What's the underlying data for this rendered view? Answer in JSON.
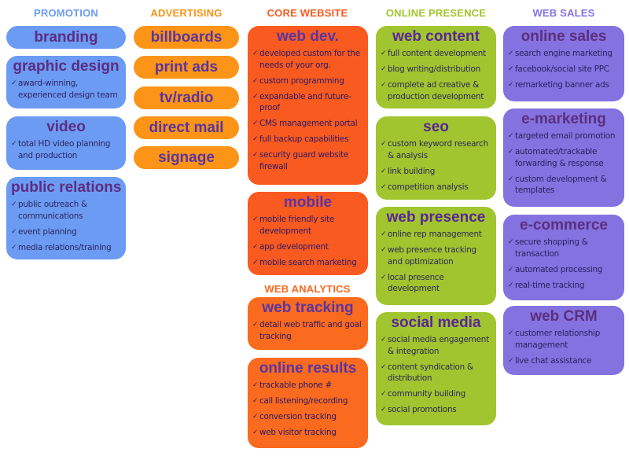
{
  "colors": {
    "promotion": "#6C9BF3",
    "advertising": "#FB9417",
    "core_website": "#F95A20",
    "web_analytics": "#FA6A1F",
    "online_presence": "#A1C52E",
    "web_sales": "#8372E0",
    "title_text": "#5A35A0"
  },
  "check_glyph": "✓",
  "columns": {
    "promotion": {
      "heading": "PROMOTION",
      "heading_color": "#6C9BF3",
      "boxes": [
        {
          "title": "branding",
          "items": []
        },
        {
          "title": "graphic design",
          "items": [
            "award-winning, experienced design team"
          ]
        },
        {
          "title": "video",
          "items": [
            "total HD video planning and production"
          ]
        },
        {
          "title": "public relations",
          "items": [
            "public outreach & communications",
            "event planning",
            "media relations/training"
          ]
        }
      ]
    },
    "advertising": {
      "heading": "ADVERTISING",
      "heading_color": "#FB9417",
      "boxes": [
        {
          "title": "billboards"
        },
        {
          "title": "print ads"
        },
        {
          "title": "tv/radio"
        },
        {
          "title": "direct mail"
        },
        {
          "title": "signage"
        }
      ]
    },
    "core_website": {
      "heading": "CORE WEBSITE",
      "heading_color": "#F95A20",
      "boxes": [
        {
          "title": "web dev.",
          "items": [
            "developed custom for the needs of your org.",
            "custom programming",
            "expandable and future-proof",
            "CMS management portal",
            "full backup capabilities",
            "security guard website firewall"
          ]
        },
        {
          "title": "mobile",
          "items": [
            "mobile friendly site development",
            "app development",
            "mobile search marketing"
          ]
        }
      ]
    },
    "web_analytics": {
      "heading": "WEB ANALYTICS",
      "heading_color": "#FA6A1F",
      "boxes": [
        {
          "title": "web tracking",
          "items": [
            "detail web traffic and goal tracking"
          ]
        },
        {
          "title": "online results",
          "items": [
            "trackable phone #",
            "call listening/recording",
            "conversion tracking",
            "web visitor tracking"
          ]
        }
      ]
    },
    "online_presence": {
      "heading": "ONLINE PRESENCE",
      "heading_color": "#A1C52E",
      "boxes": [
        {
          "title": "web content",
          "items": [
            "full content development",
            "blog writing/distribution",
            "complete ad creative & production development"
          ]
        },
        {
          "title": "seo",
          "items": [
            "custom keyword research & analysis",
            "link building",
            "competition analysis"
          ]
        },
        {
          "title": "web presence",
          "items": [
            "online rep management",
            "web presence tracking and optimization",
            "local presence development"
          ]
        },
        {
          "title": "social media",
          "items": [
            "social media engagement & integration",
            "content syndication & distribution",
            "community building",
            "social promotions"
          ]
        }
      ]
    },
    "web_sales": {
      "heading": "WEB SALES",
      "heading_color": "#8372E0",
      "boxes": [
        {
          "title": "online sales",
          "items": [
            "search engine marketing",
            "facebook/social site PPC",
            "remarketing banner ads"
          ]
        },
        {
          "title": "e-marketing",
          "items": [
            "targeted email promotion",
            "automated/trackable forwarding & response",
            "custom development & templates"
          ]
        },
        {
          "title": "e-commerce",
          "items": [
            "secure shopping & transaction",
            "automated processing",
            "real-time tracking"
          ]
        },
        {
          "title": "web CRM",
          "items": [
            "customer relationship management",
            "live chat assistance"
          ]
        }
      ]
    }
  }
}
